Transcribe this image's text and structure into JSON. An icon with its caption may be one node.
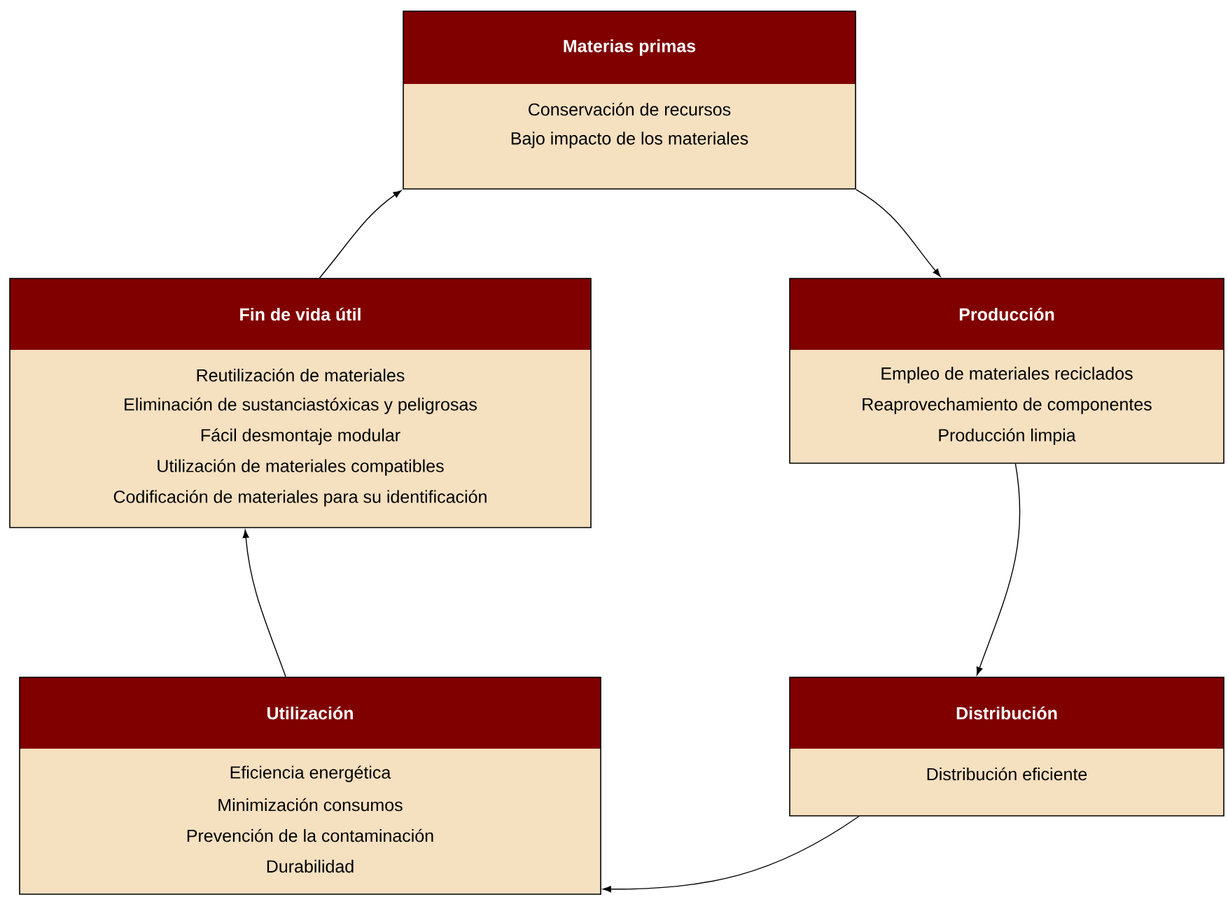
{
  "diagram": {
    "nodes": [
      {
        "text": [
          "Materias primas",
          "Conservación de recursos",
          "Bajo impacto de los materiales"
        ]
      },
      {
        "text": [
          "Producción",
          "Empleo de materiales reciclados",
          "Reaprovechamiento de componentes",
          "Producción limpia"
        ]
      },
      {
        "text": [
          "Distribución",
          "Distribución eficiente"
        ]
      },
      {
        "text": [
          "Utilización",
          "Eficiencia energética",
          "Minimización consumos",
          "Prevención de la contaminación",
          "Durabilidad"
        ]
      },
      {
        "text": [
          "Fin de vida útil",
          "Reutilización de materiales",
          "Eliminación de sustanciastóxicas y peligrosas",
          "Fácil desmontaje modular",
          "Utilización de materiales compatibles",
          "Codificación de materiales para su identificación"
        ]
      }
    ],
    "edges": [
      {
        "from": 0,
        "to": 1,
        "arrow": "to"
      },
      {
        "from": 1,
        "to": 2,
        "arrow": "to"
      },
      {
        "from": 2,
        "to": 3,
        "arrow": "to"
      },
      {
        "from": 3,
        "to": 4,
        "arrow": "to"
      },
      {
        "from": 4,
        "to": 0,
        "arrow": "to"
      }
    ]
  }
}
